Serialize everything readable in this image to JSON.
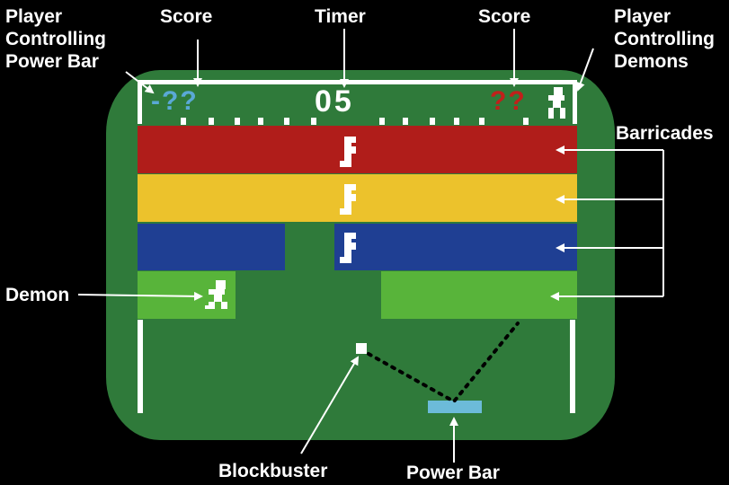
{
  "labels": {
    "player_power_bar": "Player\nControlling\nPower Bar",
    "score_left": "Score",
    "timer": "Timer",
    "score_right": "Score",
    "player_demons": "Player\nControlling\nDemons",
    "barricades": "Barricades",
    "demon": "Demon",
    "blockbuster": "Blockbuster",
    "power_bar": "Power Bar"
  },
  "hud": {
    "left_score": "-??",
    "timer_value": "05",
    "right_score": "??"
  },
  "colors": {
    "screen": "#2f7a3a",
    "red_barricade": "#b01d1a",
    "yellow_barricade": "#ecc22c",
    "blue_barricade": "#1f3f93",
    "green_barricade": "#58b43a",
    "left_score": "#5aa9d6",
    "right_score": "#c0201b",
    "power_bar": "#6cbbd9"
  },
  "icons": [
    "demon-icon",
    "blockbuster-ball",
    "power-bar-paddle"
  ]
}
